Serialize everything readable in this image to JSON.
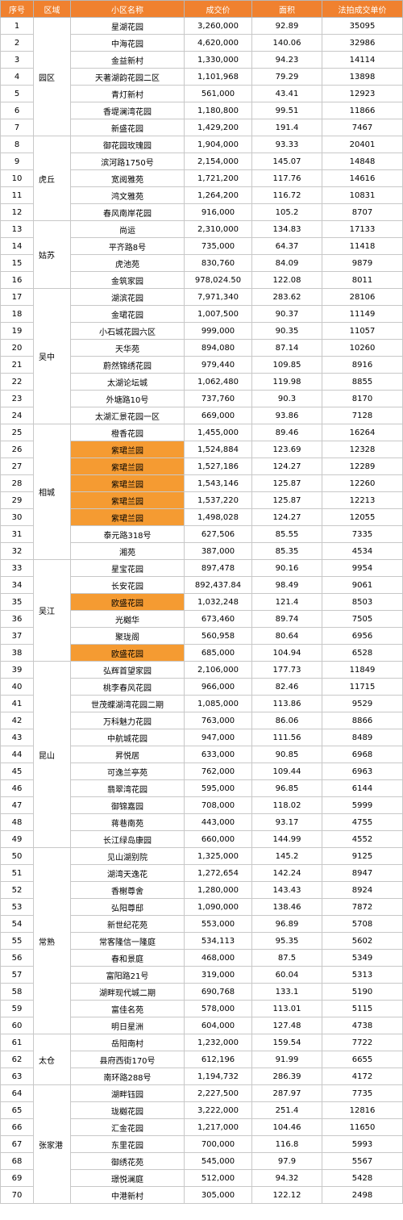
{
  "header": [
    "序号",
    "区域",
    "小区名称",
    "成交价",
    "面积",
    "法拍成交单价"
  ],
  "highlight_color": "#f59b32",
  "header_color": "#f0812f",
  "groups": [
    {
      "district": "园区",
      "rows": [
        {
          "idx": "1",
          "name": "星湖花园",
          "price": "3,260,000",
          "area": "92.89",
          "unit": "35095"
        },
        {
          "idx": "2",
          "name": "中海花园",
          "price": "4,620,000",
          "area": "140.06",
          "unit": "32986"
        },
        {
          "idx": "3",
          "name": "金益新村",
          "price": "1,330,000",
          "area": "94.23",
          "unit": "14114"
        },
        {
          "idx": "4",
          "name": "天著湖韵花园二区",
          "price": "1,101,968",
          "area": "79.29",
          "unit": "13898"
        },
        {
          "idx": "5",
          "name": "青灯新村",
          "price": "561,000",
          "area": "43.41",
          "unit": "12923"
        },
        {
          "idx": "6",
          "name": "香堤澜湾花园",
          "price": "1,180,800",
          "area": "99.51",
          "unit": "11866"
        },
        {
          "idx": "7",
          "name": "新盛花园",
          "price": "1,429,200",
          "area": "191.4",
          "unit": "7467"
        }
      ]
    },
    {
      "district": "虎丘",
      "rows": [
        {
          "idx": "8",
          "name": "御花园玫瑰园",
          "price": "1,904,000",
          "area": "93.33",
          "unit": "20401"
        },
        {
          "idx": "9",
          "name": "滨河路1750号",
          "price": "2,154,000",
          "area": "145.07",
          "unit": "14848"
        },
        {
          "idx": "10",
          "name": "宽阅雅苑",
          "price": "1,721,200",
          "area": "117.76",
          "unit": "14616"
        },
        {
          "idx": "11",
          "name": "鸿文雅苑",
          "price": "1,264,200",
          "area": "116.72",
          "unit": "10831"
        },
        {
          "idx": "12",
          "name": "春风南岸花园",
          "price": "916,000",
          "area": "105.2",
          "unit": "8707"
        }
      ]
    },
    {
      "district": "姑苏",
      "rows": [
        {
          "idx": "13",
          "name": "尚运",
          "price": "2,310,000",
          "area": "134.83",
          "unit": "17133"
        },
        {
          "idx": "14",
          "name": "平齐路8号",
          "price": "735,000",
          "area": "64.37",
          "unit": "11418"
        },
        {
          "idx": "15",
          "name": "虎池苑",
          "price": "830,760",
          "area": "84.09",
          "unit": "9879"
        },
        {
          "idx": "16",
          "name": "金筑家园",
          "price": "978,024.50",
          "area": "122.08",
          "unit": "8011"
        }
      ]
    },
    {
      "district": "吴中",
      "rows": [
        {
          "idx": "17",
          "name": "湖滨花园",
          "price": "7,971,340",
          "area": "283.62",
          "unit": "28106"
        },
        {
          "idx": "18",
          "name": "金珺花园",
          "price": "1,007,500",
          "area": "90.37",
          "unit": "11149"
        },
        {
          "idx": "19",
          "name": "小石城花园六区",
          "price": "999,000",
          "area": "90.35",
          "unit": "11057"
        },
        {
          "idx": "20",
          "name": "天华苑",
          "price": "894,080",
          "area": "87.14",
          "unit": "10260"
        },
        {
          "idx": "21",
          "name": "蔚然锦绣花园",
          "price": "979,440",
          "area": "109.85",
          "unit": "8916"
        },
        {
          "idx": "22",
          "name": "太湖论坛城",
          "price": "1,062,480",
          "area": "119.98",
          "unit": "8855"
        },
        {
          "idx": "23",
          "name": "外塘路10号",
          "price": "737,760",
          "area": "90.3",
          "unit": "8170"
        },
        {
          "idx": "24",
          "name": "太湖汇景花园一区",
          "price": "669,000",
          "area": "93.86",
          "unit": "7128"
        }
      ]
    },
    {
      "district": "相城",
      "rows": [
        {
          "idx": "25",
          "name": "橙香花园",
          "price": "1,455,000",
          "area": "89.46",
          "unit": "16264"
        },
        {
          "idx": "26",
          "name": "紫珺兰园",
          "price": "1,524,884",
          "area": "123.69",
          "unit": "12328",
          "hl": true
        },
        {
          "idx": "27",
          "name": "紫珺兰园",
          "price": "1,527,186",
          "area": "124.27",
          "unit": "12289",
          "hl": true
        },
        {
          "idx": "28",
          "name": "紫珺兰园",
          "price": "1,543,146",
          "area": "125.87",
          "unit": "12260",
          "hl": true
        },
        {
          "idx": "29",
          "name": "紫珺兰园",
          "price": "1,537,220",
          "area": "125.87",
          "unit": "12213",
          "hl": true
        },
        {
          "idx": "30",
          "name": "紫珺兰园",
          "price": "1,498,028",
          "area": "124.27",
          "unit": "12055",
          "hl": true
        },
        {
          "idx": "31",
          "name": "泰元路318号",
          "price": "627,506",
          "area": "85.55",
          "unit": "7335"
        },
        {
          "idx": "32",
          "name": "湘苑",
          "price": "387,000",
          "area": "85.35",
          "unit": "4534"
        }
      ]
    },
    {
      "district": "吴江",
      "rows": [
        {
          "idx": "33",
          "name": "星宝花园",
          "price": "897,478",
          "area": "90.16",
          "unit": "9954"
        },
        {
          "idx": "34",
          "name": "长安花园",
          "price": "892,437.84",
          "area": "98.49",
          "unit": "9061"
        },
        {
          "idx": "35",
          "name": "欧盛花园",
          "price": "1,032,248",
          "area": "121.4",
          "unit": "8503",
          "hl": true
        },
        {
          "idx": "36",
          "name": "光樾华",
          "price": "673,460",
          "area": "89.74",
          "unit": "7505"
        },
        {
          "idx": "37",
          "name": "聚珑阁",
          "price": "560,958",
          "area": "80.64",
          "unit": "6956"
        },
        {
          "idx": "38",
          "name": "欧盛花园",
          "price": "685,000",
          "area": "104.94",
          "unit": "6528",
          "hl": true
        }
      ]
    },
    {
      "district": "昆山",
      "rows": [
        {
          "idx": "39",
          "name": "弘辉首望家园",
          "price": "2,106,000",
          "area": "177.73",
          "unit": "11849"
        },
        {
          "idx": "40",
          "name": "桃李春风花园",
          "price": "966,000",
          "area": "82.46",
          "unit": "11715"
        },
        {
          "idx": "41",
          "name": "世茂蝶湖湾花园二期",
          "price": "1,085,000",
          "area": "113.86",
          "unit": "9529"
        },
        {
          "idx": "42",
          "name": "万科魅力花园",
          "price": "763,000",
          "area": "86.06",
          "unit": "8866"
        },
        {
          "idx": "43",
          "name": "中航城花园",
          "price": "947,000",
          "area": "111.56",
          "unit": "8489"
        },
        {
          "idx": "44",
          "name": "昇悦居",
          "price": "633,000",
          "area": "90.85",
          "unit": "6968"
        },
        {
          "idx": "45",
          "name": "可逸兰亭苑",
          "price": "762,000",
          "area": "109.44",
          "unit": "6963"
        },
        {
          "idx": "46",
          "name": "翡翠湾花园",
          "price": "595,000",
          "area": "96.85",
          "unit": "6144"
        },
        {
          "idx": "47",
          "name": "御锦嘉园",
          "price": "708,000",
          "area": "118.02",
          "unit": "5999"
        },
        {
          "idx": "48",
          "name": "蒋巷南苑",
          "price": "443,000",
          "area": "93.17",
          "unit": "4755"
        },
        {
          "idx": "49",
          "name": "长江绿岛康园",
          "price": "660,000",
          "area": "144.99",
          "unit": "4552"
        }
      ]
    },
    {
      "district": "常熟",
      "rows": [
        {
          "idx": "50",
          "name": "见山湖别院",
          "price": "1,325,000",
          "area": "145.2",
          "unit": "9125"
        },
        {
          "idx": "51",
          "name": "湖湾天逸花",
          "price": "1,272,654",
          "area": "142.24",
          "unit": "8947"
        },
        {
          "idx": "52",
          "name": "香榭尊舍",
          "price": "1,280,000",
          "area": "143.43",
          "unit": "8924"
        },
        {
          "idx": "53",
          "name": "弘阳尊邸",
          "price": "1,090,000",
          "area": "138.46",
          "unit": "7872"
        },
        {
          "idx": "54",
          "name": "新世纪花苑",
          "price": "553,000",
          "area": "96.89",
          "unit": "5708"
        },
        {
          "idx": "55",
          "name": "常客隆信一隆庭",
          "price": "534,113",
          "area": "95.35",
          "unit": "5602"
        },
        {
          "idx": "56",
          "name": "春和景庭",
          "price": "468,000",
          "area": "87.5",
          "unit": "5349"
        },
        {
          "idx": "57",
          "name": "富阳路21号",
          "price": "319,000",
          "area": "60.04",
          "unit": "5313"
        },
        {
          "idx": "58",
          "name": "湖畔现代城二期",
          "price": "690,768",
          "area": "133.1",
          "unit": "5190"
        },
        {
          "idx": "59",
          "name": "富佳名苑",
          "price": "578,000",
          "area": "113.01",
          "unit": "5115"
        },
        {
          "idx": "60",
          "name": "明日星洲",
          "price": "604,000",
          "area": "127.48",
          "unit": "4738"
        }
      ]
    },
    {
      "district": "太仓",
      "rows": [
        {
          "idx": "61",
          "name": "岳阳南村",
          "price": "1,232,000",
          "area": "159.54",
          "unit": "7722"
        },
        {
          "idx": "62",
          "name": "县府西街170号",
          "price": "612,196",
          "area": "91.99",
          "unit": "6655"
        },
        {
          "idx": "63",
          "name": "南环路288号",
          "price": "1,194,732",
          "area": "286.39",
          "unit": "4172"
        }
      ]
    },
    {
      "district": "张家港",
      "rows": [
        {
          "idx": "64",
          "name": "湖畔钰园",
          "price": "2,227,500",
          "area": "287.97",
          "unit": "7735"
        },
        {
          "idx": "65",
          "name": "珑樾花园",
          "price": "3,222,000",
          "area": "251.4",
          "unit": "12816"
        },
        {
          "idx": "66",
          "name": "汇金花园",
          "price": "1,217,000",
          "area": "104.46",
          "unit": "11650"
        },
        {
          "idx": "67",
          "name": "东里花园",
          "price": "700,000",
          "area": "116.8",
          "unit": "5993"
        },
        {
          "idx": "68",
          "name": "御绣花苑",
          "price": "545,000",
          "area": "97.9",
          "unit": "5567"
        },
        {
          "idx": "69",
          "name": "璟悦澜庭",
          "price": "512,000",
          "area": "94.32",
          "unit": "5428"
        },
        {
          "idx": "70",
          "name": "中港新村",
          "price": "305,000",
          "area": "122.12",
          "unit": "2498"
        }
      ]
    }
  ]
}
